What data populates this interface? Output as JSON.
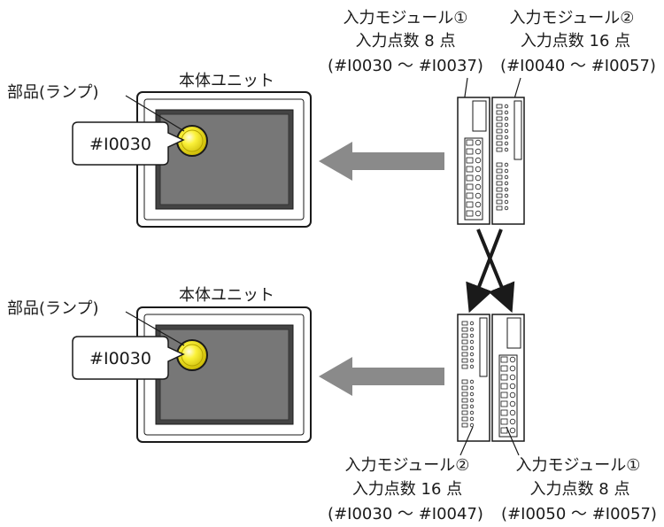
{
  "top": {
    "unit_label": "本体ユニット",
    "part_label": "部品(ランプ)",
    "address": "#I0030",
    "module_left": {
      "name": "入力モジュール①",
      "points": "入力点数 8 点",
      "range": "(#I0030 〜 #I0037)"
    },
    "module_right": {
      "name": "入力モジュール②",
      "points": "入力点数 16 点",
      "range": "(#I0040 〜 #I0057)"
    }
  },
  "bottom": {
    "unit_label": "本体ユニット",
    "part_label": "部品(ランプ)",
    "address": "#I0030",
    "module_left": {
      "name": "入力モジュール②",
      "points": "入力点数 16 点",
      "range": "(#I0030 〜 #I0047)"
    },
    "module_right": {
      "name": "入力モジュール①",
      "points": "入力点数 8 点",
      "range": "(#I0050 〜 #I0057)"
    }
  },
  "colors": {
    "lamp": "#f2e600",
    "screen": "#777777",
    "arrow": "#8a8a8a"
  }
}
